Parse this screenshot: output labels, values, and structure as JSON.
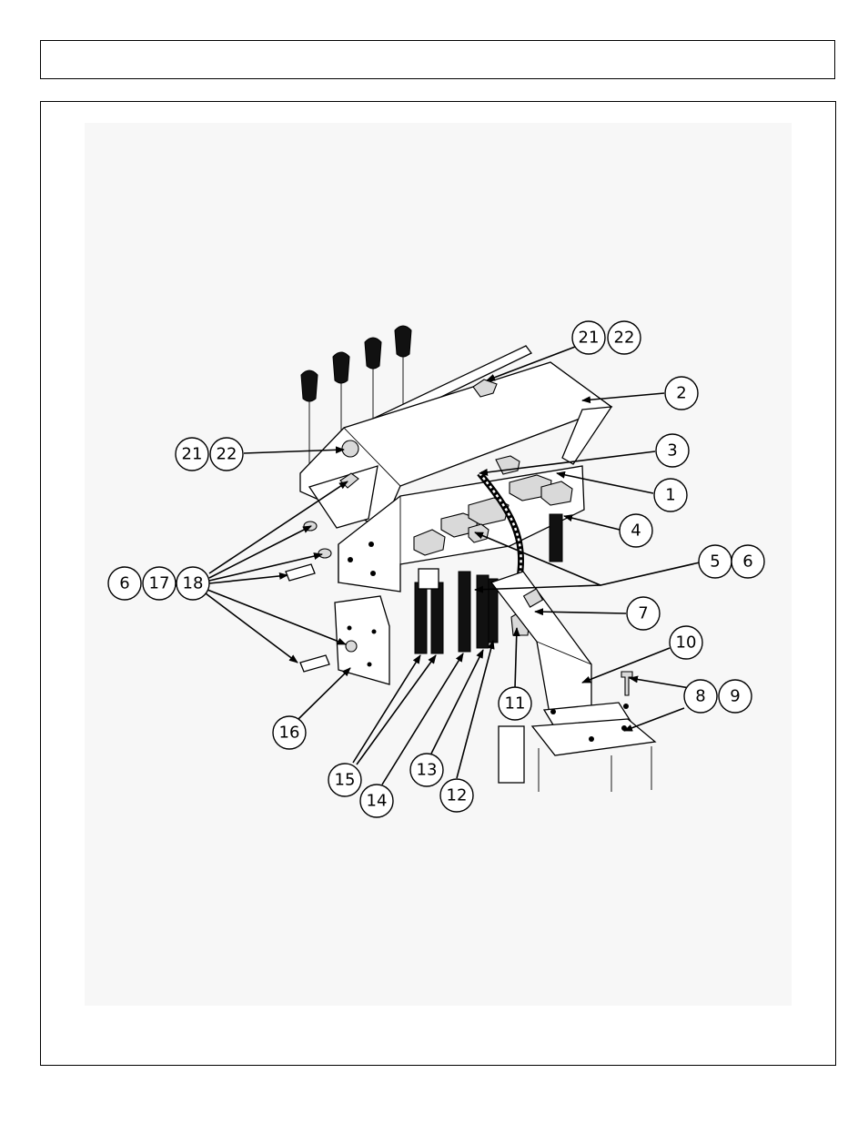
{
  "header": {
    "title": ""
  },
  "callouts": [
    {
      "id": "c-21a",
      "label": "21"
    },
    {
      "id": "c-22a",
      "label": "22"
    },
    {
      "id": "c-2",
      "label": "2"
    },
    {
      "id": "c-21b",
      "label": "21"
    },
    {
      "id": "c-22b",
      "label": "22"
    },
    {
      "id": "c-3",
      "label": "3"
    },
    {
      "id": "c-1",
      "label": "1"
    },
    {
      "id": "c-4",
      "label": "4"
    },
    {
      "id": "c-5",
      "label": "5"
    },
    {
      "id": "c-6a",
      "label": "6"
    },
    {
      "id": "c-6b",
      "label": "6"
    },
    {
      "id": "c-17",
      "label": "17"
    },
    {
      "id": "c-18",
      "label": "18"
    },
    {
      "id": "c-7",
      "label": "7"
    },
    {
      "id": "c-10",
      "label": "10"
    },
    {
      "id": "c-8",
      "label": "8"
    },
    {
      "id": "c-9",
      "label": "9"
    },
    {
      "id": "c-11",
      "label": "11"
    },
    {
      "id": "c-16",
      "label": "16"
    },
    {
      "id": "c-15",
      "label": "15"
    },
    {
      "id": "c-14",
      "label": "14"
    },
    {
      "id": "c-13",
      "label": "13"
    },
    {
      "id": "c-12",
      "label": "12"
    }
  ]
}
